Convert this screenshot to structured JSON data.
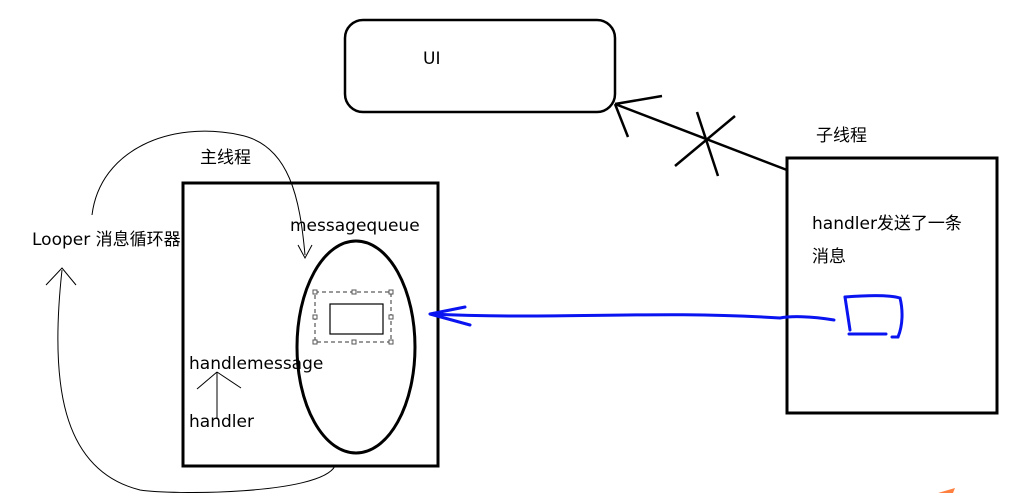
{
  "labels": {
    "ui": "UI",
    "main_thread": "主线程",
    "sub_thread": "子线程",
    "looper": "Looper 消息循环器",
    "message_queue": "messagequeue",
    "handle_message": "handlemessage",
    "handler": "handler",
    "sub_handler_line1": "handler发送了一条",
    "sub_handler_line2": "消息"
  },
  "colors": {
    "ink": "#000000",
    "pen": "#0a14f0",
    "accent": "#ff7f3f"
  }
}
